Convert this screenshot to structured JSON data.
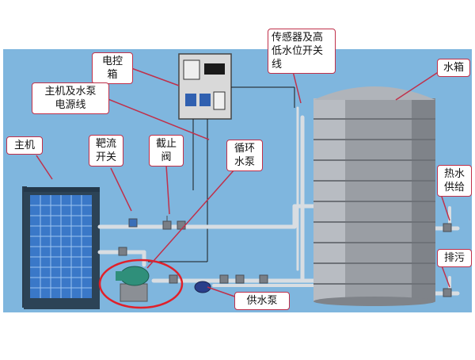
{
  "colors": {
    "background": "#7fb6de",
    "pipe": "#d8dde2",
    "tank": "#9a9ea4",
    "callout_border": "#c0304a",
    "highlight": "#e0202a"
  },
  "labels": {
    "control_box": [
      "电控",
      "箱"
    ],
    "sensor_line": [
      "传感器及高",
      "低水位开关",
      "线"
    ],
    "water_tank": [
      "水箱"
    ],
    "power_line": [
      "主机及水泵",
      "电源线"
    ],
    "main_unit": [
      "主机"
    ],
    "target_flow_switch": [
      "靶流",
      "开关"
    ],
    "stop_valve": [
      "截止",
      "阀"
    ],
    "circulation_pump": [
      "循环",
      "水泵"
    ],
    "hot_water_supply": [
      "热水",
      "供给"
    ],
    "drain": [
      "排污"
    ],
    "supply_pump": [
      "供水泵"
    ]
  }
}
